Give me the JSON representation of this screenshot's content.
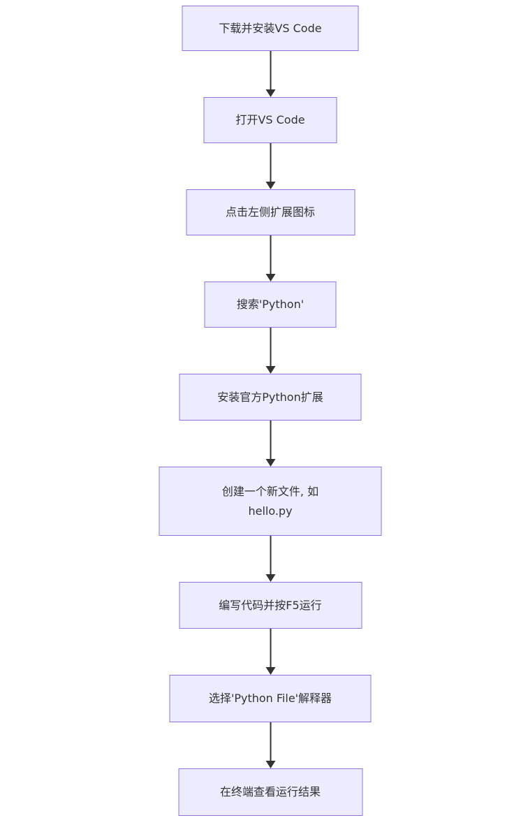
{
  "flowchart": {
    "type": "flowchart",
    "direction": "top-down",
    "colors": {
      "node_fill": "#ECECFF",
      "node_border": "#9370DB",
      "text": "#333333",
      "arrow": "#333333",
      "background": "#FFFFFF"
    },
    "nodes": [
      {
        "label": "下载并安装VS Code"
      },
      {
        "label": "打开VS Code"
      },
      {
        "label": "点击左侧扩展图标"
      },
      {
        "label": "搜索'Python'"
      },
      {
        "label": "安装官方Python扩展"
      },
      {
        "label": "创建一个新文件, 如\nhello.py"
      },
      {
        "label": "编写代码并按F5运行"
      },
      {
        "label": "选择'Python File'解释器"
      },
      {
        "label": "在终端查看运行结果"
      }
    ],
    "edges": [
      {
        "from": "下载并安装VS Code",
        "to": "打开VS Code"
      },
      {
        "from": "打开VS Code",
        "to": "点击左侧扩展图标"
      },
      {
        "from": "点击左侧扩展图标",
        "to": "搜索'Python'"
      },
      {
        "from": "搜索'Python'",
        "to": "安装官方Python扩展"
      },
      {
        "from": "安装官方Python扩展",
        "to": "创建一个新文件, 如 hello.py"
      },
      {
        "from": "创建一个新文件, 如 hello.py",
        "to": "编写代码并按F5运行"
      },
      {
        "from": "编写代码并按F5运行",
        "to": "选择'Python File'解释器"
      },
      {
        "from": "选择'Python File'解释器",
        "to": "在终端查看运行结果"
      }
    ]
  }
}
